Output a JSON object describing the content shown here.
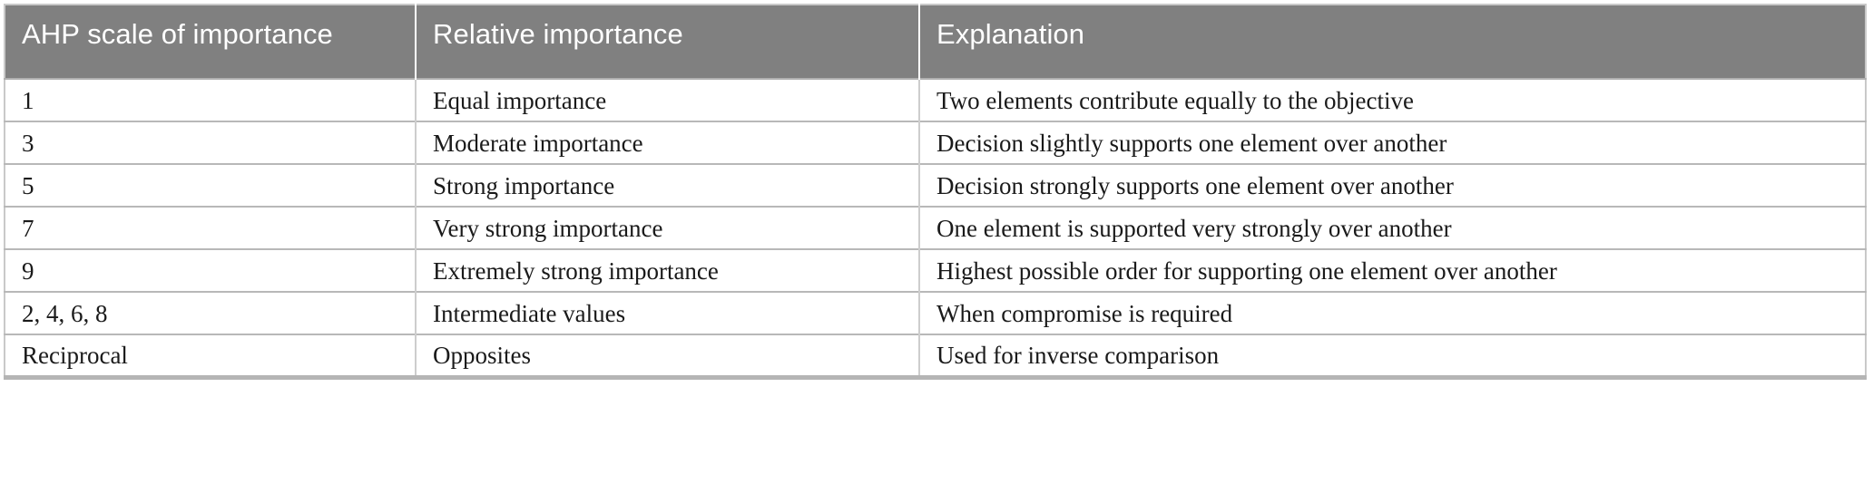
{
  "table": {
    "columns": [
      {
        "key": "scale",
        "header": "AHP scale of importance"
      },
      {
        "key": "importance",
        "header": "Relative importance"
      },
      {
        "key": "explanation",
        "header": "Explanation"
      }
    ],
    "rows": [
      {
        "scale": "1",
        "importance": "Equal importance",
        "explanation": "Two elements contribute equally to the objective"
      },
      {
        "scale": "3",
        "importance": "Moderate importance",
        "explanation": "Decision slightly supports one element over another"
      },
      {
        "scale": "5",
        "importance": "Strong importance",
        "explanation": "Decision strongly supports one element over another"
      },
      {
        "scale": "7",
        "importance": "Very strong importance",
        "explanation": "One element is supported very strongly over another"
      },
      {
        "scale": "9",
        "importance": "Extremely strong importance",
        "explanation": "Highest possible order for supporting one element over another"
      },
      {
        "scale": "2, 4, 6, 8",
        "importance": "Intermediate values",
        "explanation": "When compromise is required"
      },
      {
        "scale": "Reciprocal",
        "importance": "Opposites",
        "explanation": "Used for inverse comparison"
      }
    ]
  },
  "style": {
    "header_background": "#808080",
    "header_text_color": "#ffffff",
    "body_background": "#ffffff",
    "body_text_color": "#1a1a1a",
    "border_color": "#b8b8b8"
  }
}
